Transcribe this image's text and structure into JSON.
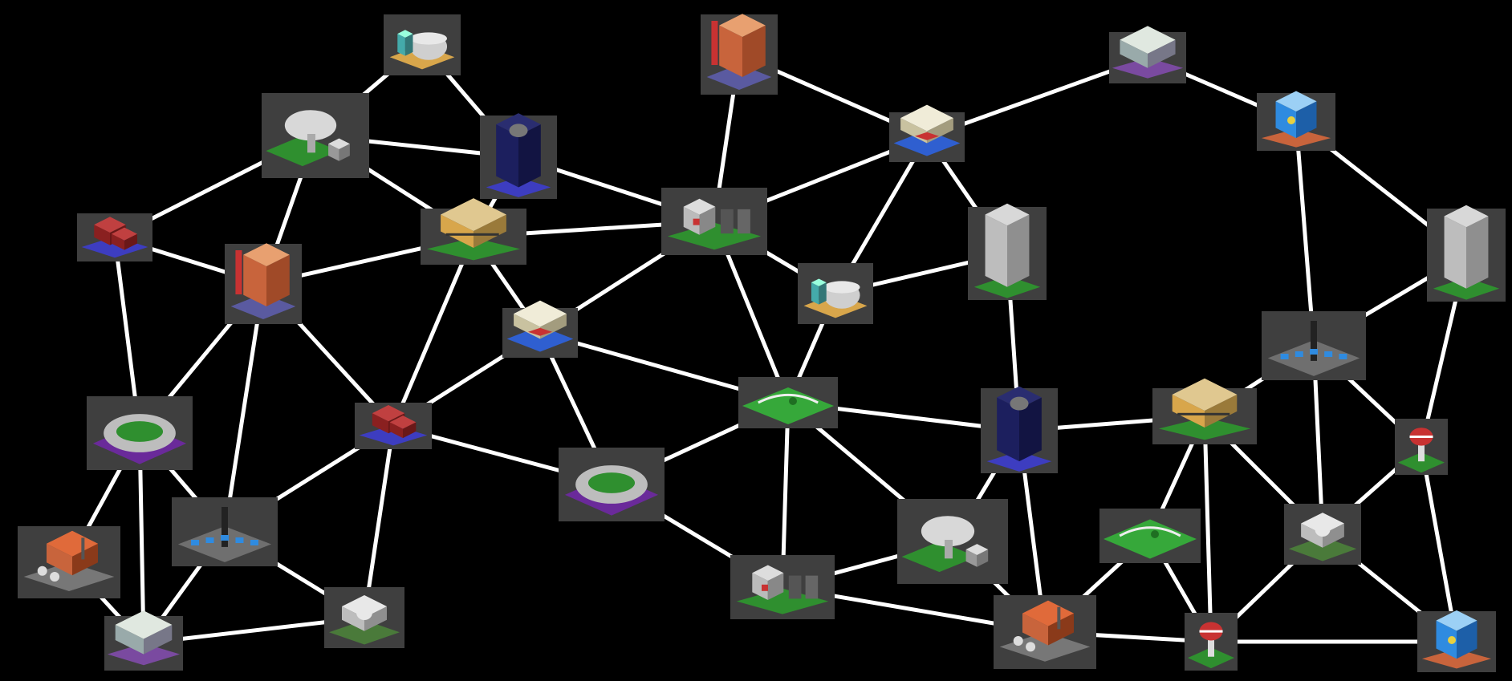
{
  "game": {
    "colors": {
      "background": "#000000",
      "tile": "#3f3f3f",
      "edge": "#ffffff",
      "grass": "#2f8f2f",
      "road": "#6b6b6b",
      "brick": "#c8643c",
      "blue": "#2f8be0",
      "window": "#1c1f5e",
      "concrete": "#cfcfcf",
      "gold": "#d8a64b",
      "red": "#c83232"
    },
    "nodes": [
      {
        "id": "n1",
        "building": "gas-tank-icon"
      },
      {
        "id": "n2",
        "building": "hotel-sign-icon"
      },
      {
        "id": "n3",
        "building": "office-low-icon"
      },
      {
        "id": "n4",
        "building": "radar-dish-icon"
      },
      {
        "id": "n5",
        "building": "skyscraper-dark-icon"
      },
      {
        "id": "n6",
        "building": "university-icon"
      },
      {
        "id": "n7",
        "building": "police-station-icon"
      },
      {
        "id": "n8",
        "building": "housing-icon"
      },
      {
        "id": "n9",
        "building": "hotel-sign-icon"
      },
      {
        "id": "n10",
        "building": "mall-icon"
      },
      {
        "id": "n11",
        "building": "power-plant-icon"
      },
      {
        "id": "n12",
        "building": "office-tower-icon"
      },
      {
        "id": "n13",
        "building": "office-tower-icon"
      },
      {
        "id": "n14",
        "building": "gas-tank-icon"
      },
      {
        "id": "n15",
        "building": "university-icon"
      },
      {
        "id": "n16",
        "building": "stadium-icon"
      },
      {
        "id": "n17",
        "building": "housing-icon"
      },
      {
        "id": "n18",
        "building": "park-icon"
      },
      {
        "id": "n19",
        "building": "skyscraper-dark-icon"
      },
      {
        "id": "n20",
        "building": "mall-icon"
      },
      {
        "id": "n21",
        "building": "solar-plant-icon"
      },
      {
        "id": "n22",
        "building": "water-tower-icon"
      },
      {
        "id": "n23",
        "building": "stadium-icon"
      },
      {
        "id": "n24",
        "building": "solar-plant-icon"
      },
      {
        "id": "n25",
        "building": "factory-icon"
      },
      {
        "id": "n26",
        "building": "radar-dish-icon"
      },
      {
        "id": "n27",
        "building": "park-icon"
      },
      {
        "id": "n28",
        "building": "capitol-icon"
      },
      {
        "id": "n29",
        "building": "power-plant-icon"
      },
      {
        "id": "n30",
        "building": "office-low-icon"
      },
      {
        "id": "n31",
        "building": "capitol-icon"
      },
      {
        "id": "n32",
        "building": "factory-icon"
      },
      {
        "id": "n33",
        "building": "water-tower-icon"
      },
      {
        "id": "n34",
        "building": "police-station-icon"
      }
    ],
    "edges": [
      [
        "n1",
        "n4"
      ],
      [
        "n1",
        "n5"
      ],
      [
        "n4",
        "n5"
      ],
      [
        "n4",
        "n8"
      ],
      [
        "n4",
        "n9"
      ],
      [
        "n4",
        "n10"
      ],
      [
        "n5",
        "n10"
      ],
      [
        "n5",
        "n11"
      ],
      [
        "n8",
        "n9"
      ],
      [
        "n8",
        "n16"
      ],
      [
        "n9",
        "n10"
      ],
      [
        "n9",
        "n16"
      ],
      [
        "n9",
        "n24"
      ],
      [
        "n9",
        "n17"
      ],
      [
        "n10",
        "n11"
      ],
      [
        "n10",
        "n15"
      ],
      [
        "n10",
        "n17"
      ],
      [
        "n2",
        "n6"
      ],
      [
        "n2",
        "n11"
      ],
      [
        "n6",
        "n3"
      ],
      [
        "n6",
        "n11"
      ],
      [
        "n6",
        "n14"
      ],
      [
        "n6",
        "n12"
      ],
      [
        "n3",
        "n7"
      ],
      [
        "n7",
        "n13"
      ],
      [
        "n7",
        "n21"
      ],
      [
        "n11",
        "n14"
      ],
      [
        "n11",
        "n15"
      ],
      [
        "n11",
        "n18"
      ],
      [
        "n14",
        "n12"
      ],
      [
        "n14",
        "n18"
      ],
      [
        "n12",
        "n19"
      ],
      [
        "n15",
        "n17"
      ],
      [
        "n15",
        "n23"
      ],
      [
        "n15",
        "n18"
      ],
      [
        "n16",
        "n25"
      ],
      [
        "n16",
        "n24"
      ],
      [
        "n16",
        "n30"
      ],
      [
        "n24",
        "n30"
      ],
      [
        "n24",
        "n28"
      ],
      [
        "n25",
        "n30"
      ],
      [
        "n17",
        "n23"
      ],
      [
        "n17",
        "n24"
      ],
      [
        "n17",
        "n28"
      ],
      [
        "n28",
        "n30"
      ],
      [
        "n23",
        "n18"
      ],
      [
        "n23",
        "n29"
      ],
      [
        "n18",
        "n19"
      ],
      [
        "n18",
        "n29"
      ],
      [
        "n18",
        "n26"
      ],
      [
        "n19",
        "n20"
      ],
      [
        "n19",
        "n26"
      ],
      [
        "n19",
        "n32"
      ],
      [
        "n20",
        "n21"
      ],
      [
        "n20",
        "n27"
      ],
      [
        "n20",
        "n33"
      ],
      [
        "n20",
        "n31"
      ],
      [
        "n21",
        "n13"
      ],
      [
        "n21",
        "n22"
      ],
      [
        "n21",
        "n31"
      ],
      [
        "n13",
        "n22"
      ],
      [
        "n22",
        "n31"
      ],
      [
        "n22",
        "n34"
      ],
      [
        "n26",
        "n29"
      ],
      [
        "n26",
        "n32"
      ],
      [
        "n29",
        "n32"
      ],
      [
        "n32",
        "n27"
      ],
      [
        "n32",
        "n33"
      ],
      [
        "n27",
        "n33"
      ],
      [
        "n33",
        "n31"
      ],
      [
        "n31",
        "n34"
      ],
      [
        "n33",
        "n34"
      ]
    ]
  }
}
